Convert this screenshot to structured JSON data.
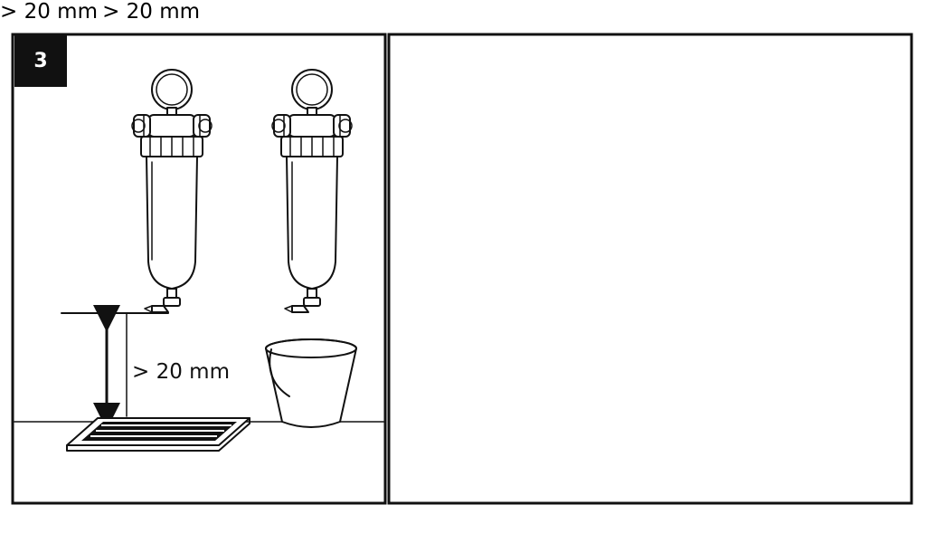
{
  "step_number": "3",
  "panels": [
    {
      "id": "left",
      "scenes": [
        {
          "id": "floor-drain",
          "clearance_label": "> 20 mm"
        },
        {
          "id": "bucket",
          "clearance_label": ""
        }
      ]
    },
    {
      "id": "right",
      "scenes": [
        {
          "id": "tub-drain",
          "clearance_label": "> 20 mm"
        },
        {
          "id": "siphon-drain",
          "clearance_label": "> 20 mm"
        }
      ]
    }
  ],
  "icons": {
    "filter": "water-filter-icon",
    "floor_drain": "floor-drain-grate-icon",
    "bucket": "bucket-icon",
    "tub": "drain-tub-icon",
    "siphon": "siphon-trap-icon"
  },
  "colors": {
    "line": "#111111",
    "background": "#ffffff",
    "badge": "#111111"
  }
}
